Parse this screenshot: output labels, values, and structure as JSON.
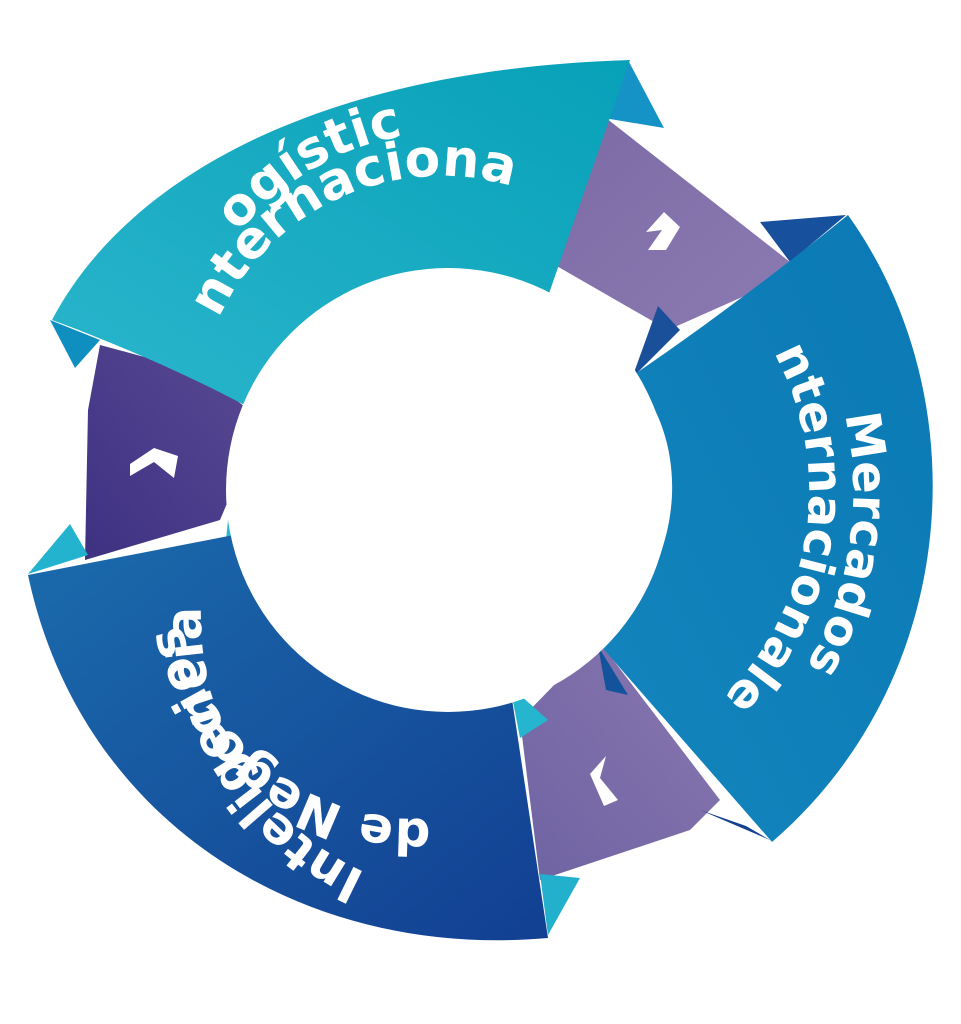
{
  "diagram": {
    "segments": [
      {
        "id": "logistica",
        "lines": [
          "Logística",
          "Internacional"
        ],
        "color_start": "#2ab5cd",
        "color_end": "#0a9eb7"
      },
      {
        "id": "mercados",
        "lines": [
          "Mercados",
          "Internacionales"
        ],
        "color_start": "#1776b5",
        "color_end": "#0b7fb8"
      },
      {
        "id": "inteligencia",
        "lines": [
          "Inteligencia",
          "de Negocios"
        ],
        "color_start": "#1a6aac",
        "color_end": "#134998"
      }
    ],
    "connectors": [
      {
        "id": "connector-right",
        "color": "#826fa8"
      },
      {
        "id": "connector-bottom",
        "color": "#7a6aa6"
      },
      {
        "id": "connector-left",
        "color": "#4a3a88"
      }
    ],
    "accent_colors": {
      "fold_cyan": "#26b5cf",
      "fold_blue": "#0d67ad",
      "fold_dark": "#1a4e98"
    }
  }
}
